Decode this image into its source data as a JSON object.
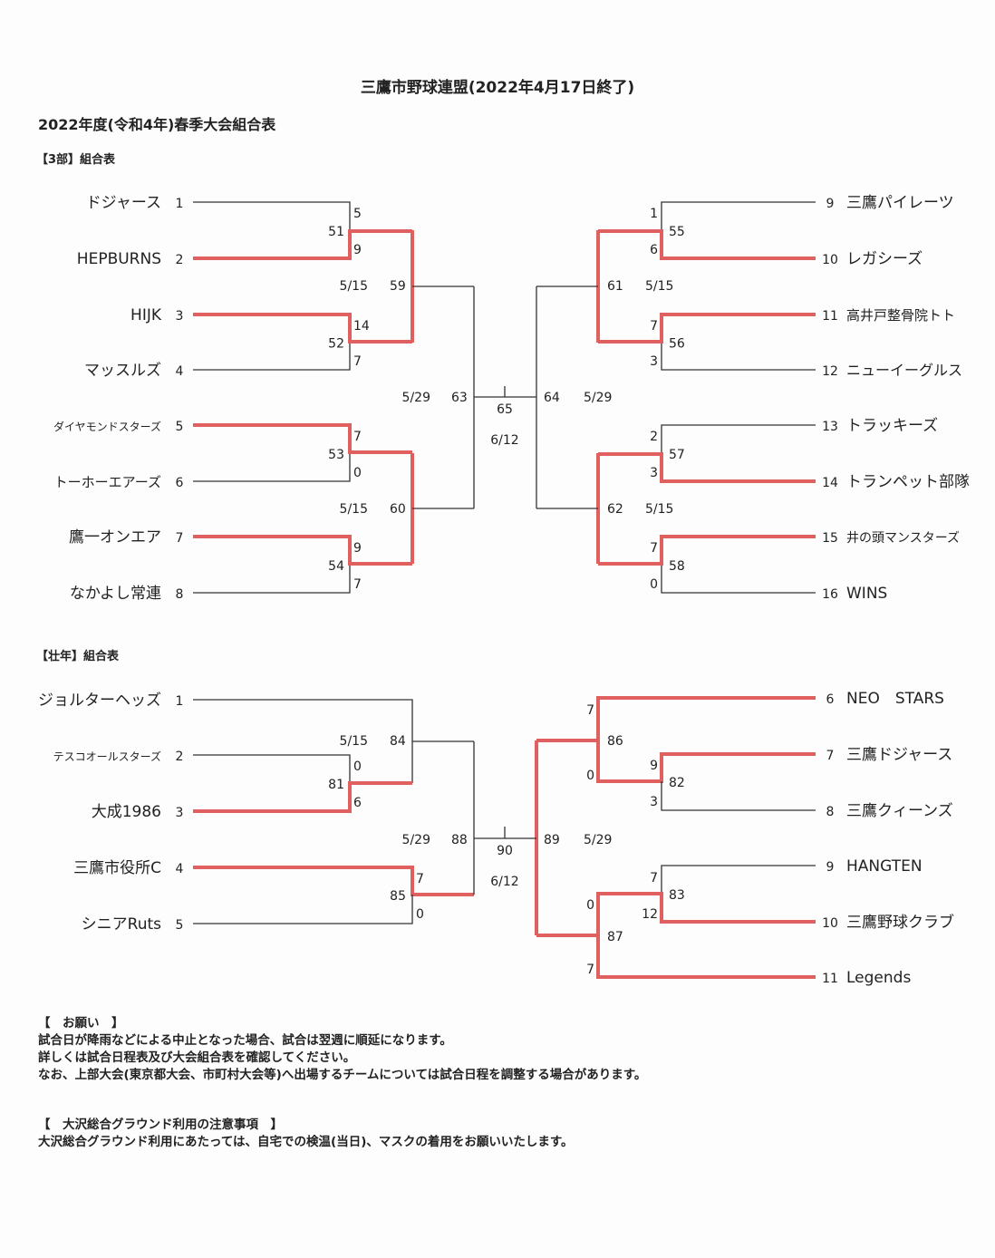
{
  "header": {
    "title": "三鷹市野球連盟(2022年4月17日終了)",
    "subtitle": "2022年度(令和4年)春季大会組合表"
  },
  "colors": {
    "winner_line": "#e06060",
    "line": "#333333"
  },
  "division3": {
    "title": "【3部】組合表",
    "teams": [
      {
        "no": "1",
        "name": "ドジャース"
      },
      {
        "no": "2",
        "name": "HEPBURNS"
      },
      {
        "no": "3",
        "name": "HIJK"
      },
      {
        "no": "4",
        "name": "マッスルズ"
      },
      {
        "no": "5",
        "name": "ダイヤモンドスターズ"
      },
      {
        "no": "6",
        "name": "トーホーエアーズ"
      },
      {
        "no": "7",
        "name": "鷹一オンエア"
      },
      {
        "no": "8",
        "name": "なかよし常連"
      },
      {
        "no": "9",
        "name": "三鷹パイレーツ"
      },
      {
        "no": "10",
        "name": "レガシーズ"
      },
      {
        "no": "11",
        "name": "高井戸整骨院トト"
      },
      {
        "no": "12",
        "name": "ニューイーグルス"
      },
      {
        "no": "13",
        "name": "トラッキーズ"
      },
      {
        "no": "14",
        "name": "トランペット部隊"
      },
      {
        "no": "15",
        "name": "井の頭マンスターズ"
      },
      {
        "no": "16",
        "name": "WINS"
      }
    ],
    "games": [
      {
        "id": "51",
        "top_score": "5",
        "bottom_score": "9"
      },
      {
        "id": "52",
        "top_score": "14",
        "bottom_score": "7"
      },
      {
        "id": "53",
        "top_score": "7",
        "bottom_score": "0"
      },
      {
        "id": "54",
        "top_score": "9",
        "bottom_score": "7"
      },
      {
        "id": "55",
        "top_score": "1",
        "bottom_score": "6"
      },
      {
        "id": "56",
        "top_score": "7",
        "bottom_score": "3"
      },
      {
        "id": "57",
        "top_score": "2",
        "bottom_score": "3"
      },
      {
        "id": "58",
        "top_score": "7",
        "bottom_score": "0"
      },
      {
        "id": "59",
        "date": "5/15"
      },
      {
        "id": "60",
        "date": "5/15"
      },
      {
        "id": "61",
        "date": "5/15"
      },
      {
        "id": "62",
        "date": "5/15"
      },
      {
        "id": "63",
        "date": "5/29"
      },
      {
        "id": "64",
        "date": "5/29"
      },
      {
        "id": "65",
        "date": "6/12"
      }
    ]
  },
  "senior": {
    "title": "【壮年】組合表",
    "teams": [
      {
        "no": "1",
        "name": "ジョルターヘッズ"
      },
      {
        "no": "2",
        "name": "テスコオールスターズ"
      },
      {
        "no": "3",
        "name": "大成1986"
      },
      {
        "no": "4",
        "name": "三鷹市役所C"
      },
      {
        "no": "5",
        "name": "シニアRuts"
      },
      {
        "no": "6",
        "name": "NEO　STARS"
      },
      {
        "no": "7",
        "name": "三鷹ドジャース"
      },
      {
        "no": "8",
        "name": "三鷹クィーンズ"
      },
      {
        "no": "9",
        "name": "HANGTEN"
      },
      {
        "no": "10",
        "name": "三鷹野球クラブ"
      },
      {
        "no": "11",
        "name": "Legends"
      }
    ],
    "games": [
      {
        "id": "81",
        "top_score": "0",
        "bottom_score": "6"
      },
      {
        "id": "82",
        "top_score": "9",
        "bottom_score": "3"
      },
      {
        "id": "83",
        "top_score": "7",
        "bottom_score": "12"
      },
      {
        "id": "84",
        "date": "5/15"
      },
      {
        "id": "85",
        "top_score": "7",
        "bottom_score": "0"
      },
      {
        "id": "86",
        "top_score": "7",
        "bottom_score": "0"
      },
      {
        "id": "87",
        "top_score": "0",
        "bottom_score": "7"
      },
      {
        "id": "88",
        "date": "5/29"
      },
      {
        "id": "89",
        "date": "5/29"
      },
      {
        "id": "90",
        "date": "6/12"
      }
    ]
  },
  "notes": {
    "request_title": "【　お願い　】",
    "request_lines": [
      "試合日が降雨などによる中止となった場合、試合は翌週に順延になります。",
      "詳しくは試合日程表及び大会組合表を確認してください。",
      "なお、上部大会(東京都大会、市町村大会等)へ出場するチームについては試合日程を調整する場合があります。"
    ],
    "ground_title": "【　大沢総合グラウンド利用の注意事項　】",
    "ground_lines": [
      "大沢総合グラウンド利用にあたっては、自宅での検温(当日)、マスクの着用をお願いいたします。"
    ]
  }
}
